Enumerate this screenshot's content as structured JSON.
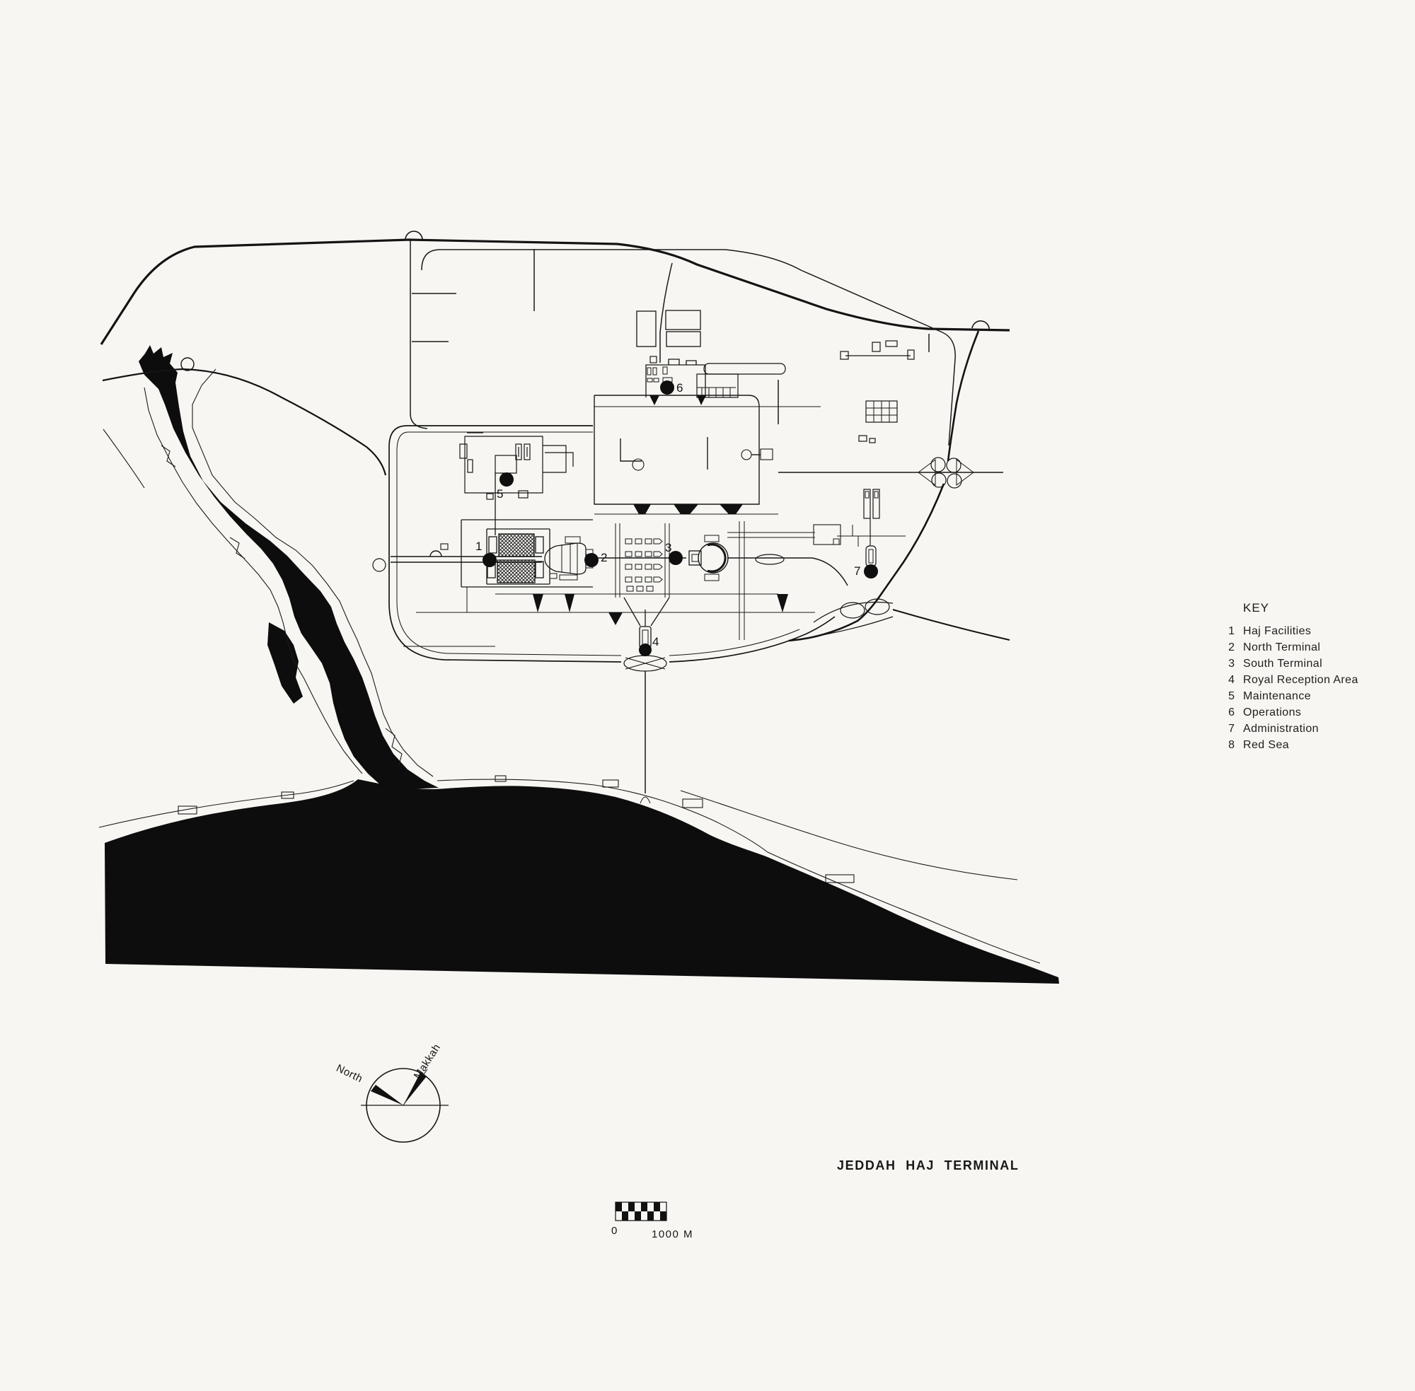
{
  "page": {
    "bg": "#f7f6f2",
    "ink": "#171717",
    "water": "#0d0d0d"
  },
  "title": "JEDDAH HAJ TERMINAL",
  "key": {
    "heading": "KEY",
    "items": [
      {
        "num": "1",
        "label": "Haj Facilities"
      },
      {
        "num": "2",
        "label": "North Terminal"
      },
      {
        "num": "3",
        "label": "South Terminal"
      },
      {
        "num": "4",
        "label": "Royal Reception Area"
      },
      {
        "num": "5",
        "label": "Maintenance"
      },
      {
        "num": "6",
        "label": "Operations"
      },
      {
        "num": "7",
        "label": "Administration"
      },
      {
        "num": "8",
        "label": "Red Sea"
      }
    ]
  },
  "markers": [
    {
      "num": "1"
    },
    {
      "num": "2"
    },
    {
      "num": "3"
    },
    {
      "num": "4"
    },
    {
      "num": "5"
    },
    {
      "num": "6"
    },
    {
      "num": "7"
    }
  ],
  "compass": {
    "north_label": "North",
    "makkah_label": "Makkah"
  },
  "scale_bar": {
    "zero_label": "0",
    "distance_label": "1000 M"
  }
}
